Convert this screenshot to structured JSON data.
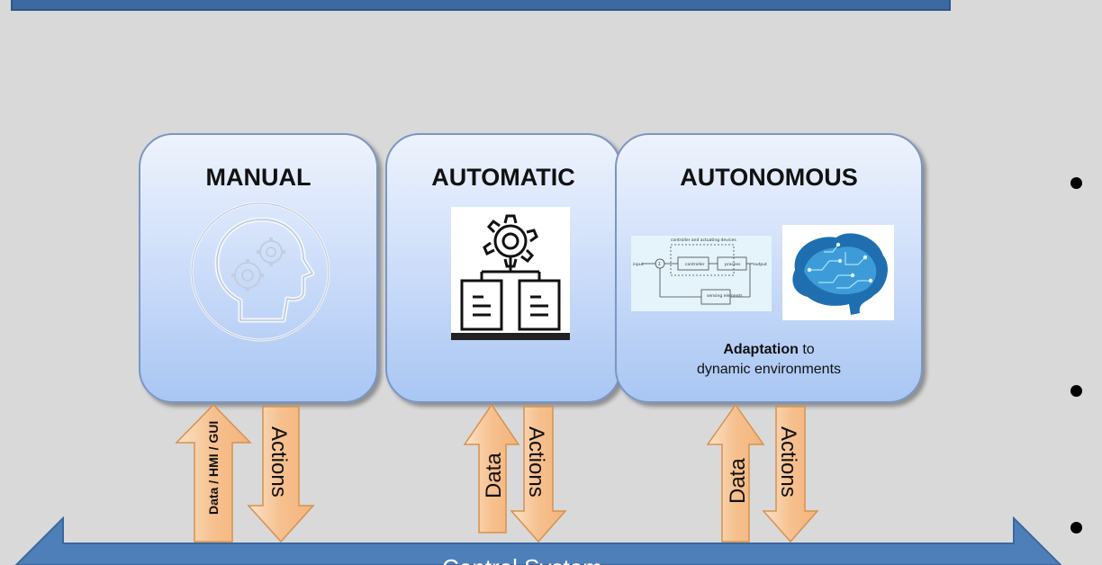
{
  "cards": [
    {
      "title": "MANUAL"
    },
    {
      "title": "AUTOMATIC"
    },
    {
      "title": "AUTONOMOUS",
      "caption_bold": "Adaptation",
      "caption_rest": " to",
      "caption_line2": "dynamic environments"
    }
  ],
  "arrows": {
    "manual_up": "Data / HMI / GUI",
    "manual_down": "Actions",
    "automatic_up": "Data",
    "automatic_down": "Actions",
    "autonomous_up": "Data",
    "autonomous_down": "Actions"
  },
  "control_diagram": {
    "top_label": "controller and actuating devices",
    "input": "input",
    "sum": "Σ",
    "controller": "controller",
    "process": "process",
    "output": "output",
    "sensing": "sensing elements"
  },
  "bottom_bar": {
    "label": "Control System"
  },
  "colors": {
    "background": "#d9d9d9",
    "bar": "#4f7fb9",
    "arrow": "#f8c79a",
    "arrow_stroke": "#d6914f"
  }
}
